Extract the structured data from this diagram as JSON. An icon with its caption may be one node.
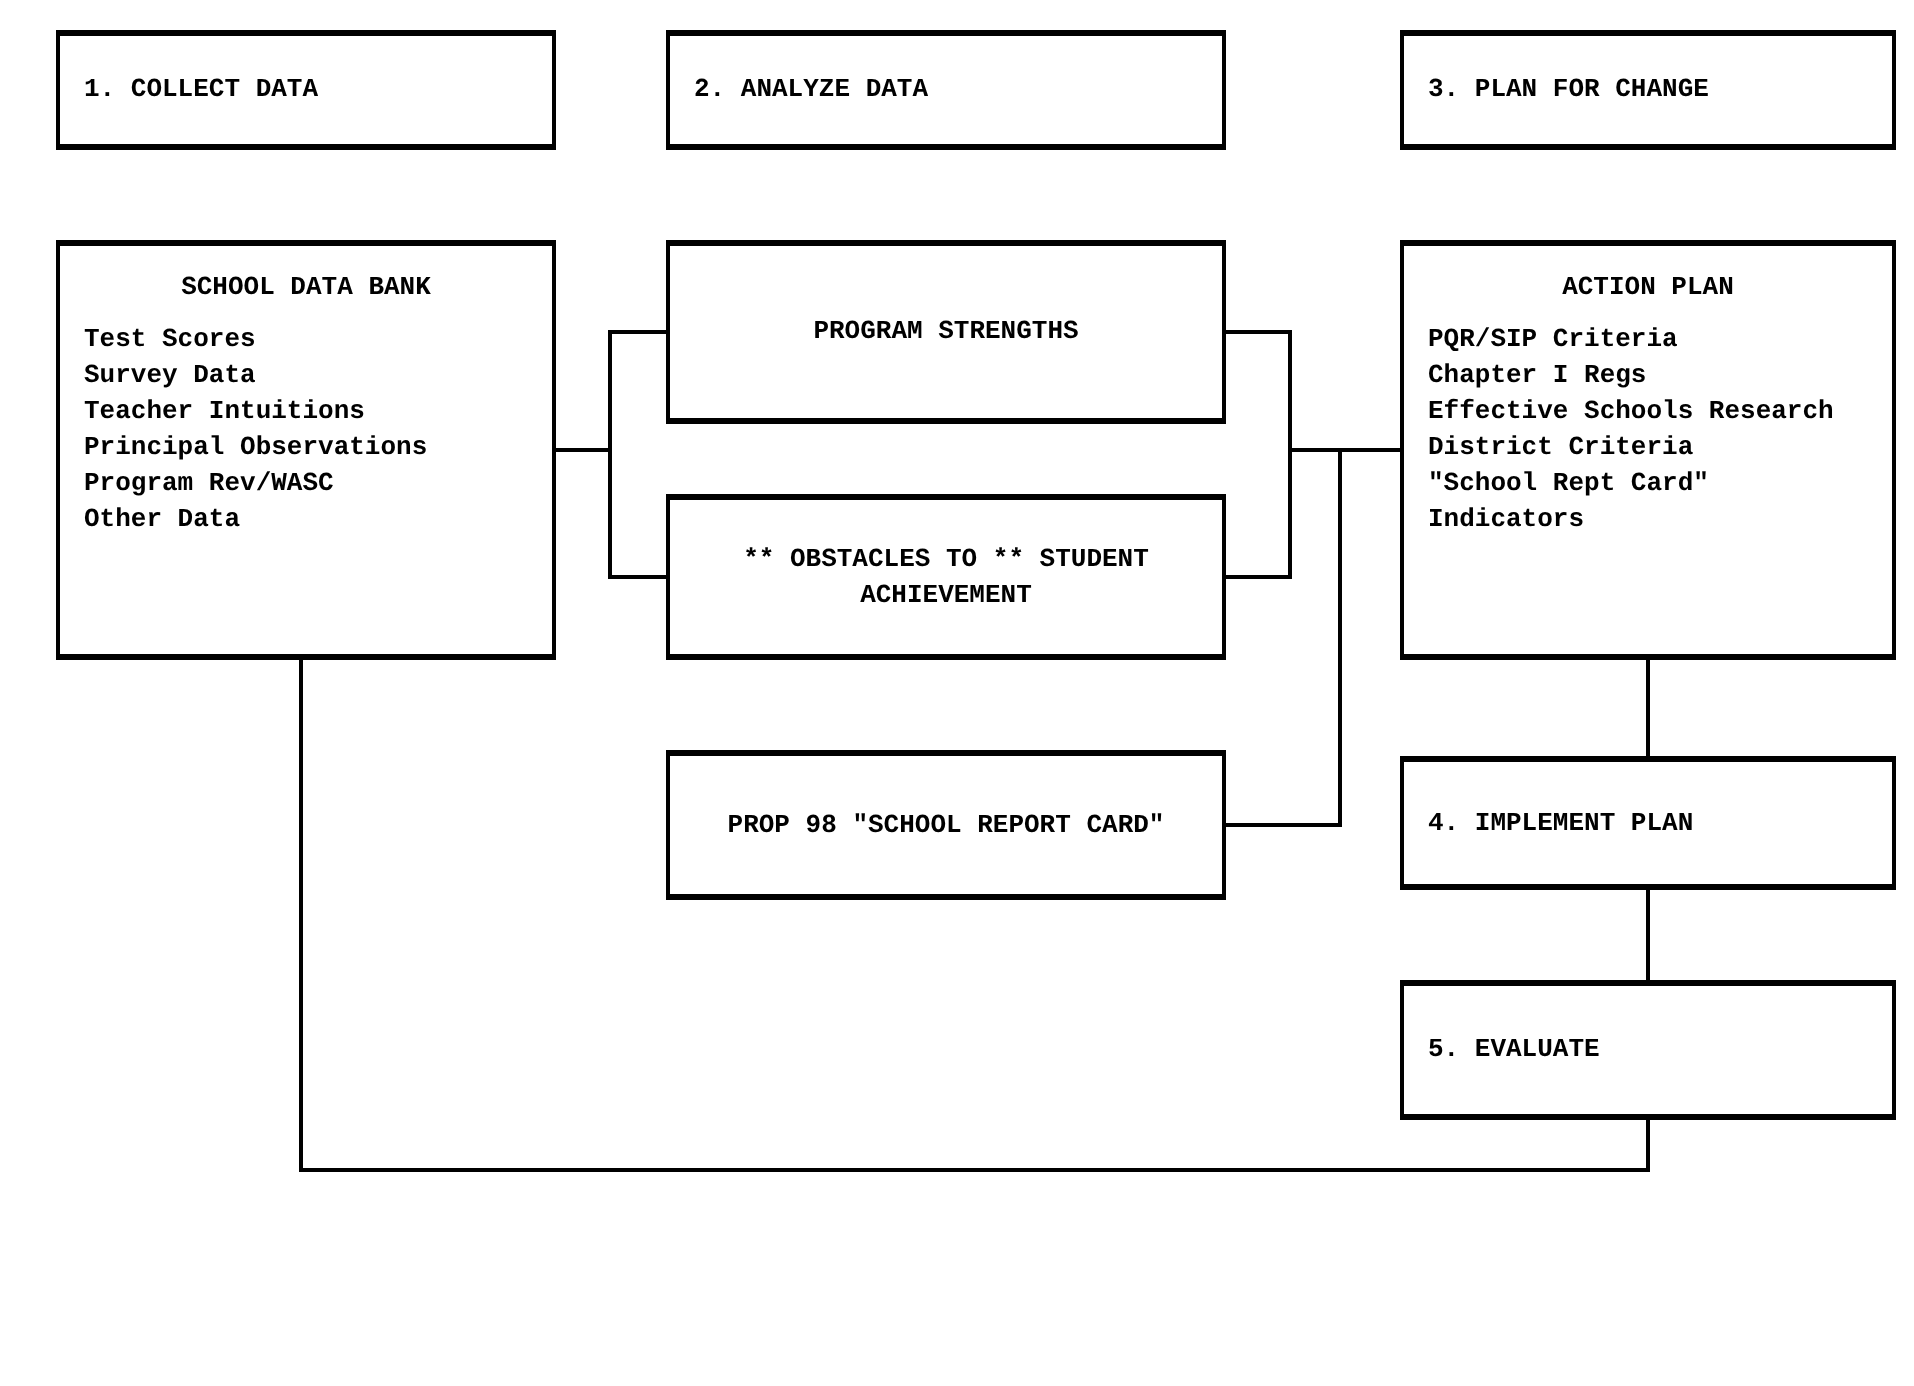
{
  "diagram": {
    "nodes": [
      {
        "text": [
          "1. COLLECT DATA"
        ]
      },
      {
        "text": [
          "2. ANALYZE DATA"
        ]
      },
      {
        "text": [
          "3. PLAN FOR CHANGE"
        ]
      },
      {
        "text": [
          "SCHOOL DATA BANK",
          "Test Scores",
          "Survey Data",
          "Teacher Intuitions",
          "Principal Observations",
          "Program Rev/WASC",
          "Other Data"
        ]
      },
      {
        "text": [
          "PROGRAM STRENGTHS"
        ]
      },
      {
        "text": [
          "** OBSTACLES TO ** STUDENT ACHIEVEMENT"
        ]
      },
      {
        "text": [
          "PROP 98 \"SCHOOL REPORT CARD\""
        ]
      },
      {
        "text": [
          "ACTION PLAN",
          "PQR/SIP Criteria",
          "Chapter I Regs",
          "Effective Schools Research",
          "District Criteria",
          "\"School Rept Card\" Indicators"
        ]
      },
      {
        "text": [
          "4. IMPLEMENT PLAN"
        ]
      },
      {
        "text": [
          "5. EVALUATE"
        ]
      }
    ],
    "edges": [
      {
        "from": 3,
        "to": 4,
        "arrow": "none"
      },
      {
        "from": 3,
        "to": 5,
        "arrow": "none"
      },
      {
        "from": 4,
        "to": 7,
        "arrow": "none"
      },
      {
        "from": 5,
        "to": 7,
        "arrow": "none"
      },
      {
        "from": 6,
        "to": 7,
        "arrow": "none"
      },
      {
        "from": 7,
        "to": 8,
        "arrow": "none"
      },
      {
        "from": 8,
        "to": 9,
        "arrow": "none"
      },
      {
        "from": 9,
        "to": 3,
        "arrow": "none"
      }
    ]
  }
}
